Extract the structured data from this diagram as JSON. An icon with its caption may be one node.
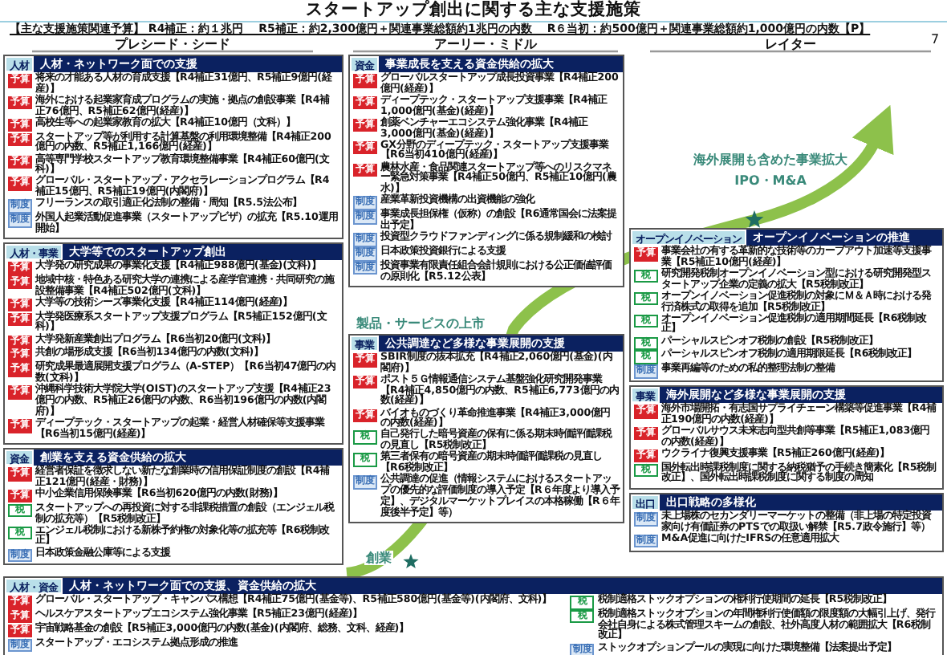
{
  "diagram": {
    "title": "スタートアップ創出に関する主な支援施策",
    "nodes": [
      {
        "text": [
          "人材",
          "人材・ネットワーク面での支援"
        ]
      },
      {
        "text": [
          "予算",
          "将来の才能ある人材の育成支援【R4補正31億円、R5補正9億円(経産)】"
        ],
        "in": 0
      },
      {
        "text": [
          "予算",
          "海外における起業家育成プログラムの実施・拠点の創設事業【R4補正76億円、R5補正62億円(経産)】"
        ],
        "in": 0
      },
      {
        "text": [
          "予算",
          "高校生等への起業家教育の拡大【R4補正10億円（文科）】"
        ],
        "in": 0
      },
      {
        "text": [
          "予算",
          "スタートアップ等が利用する計算基盤の利用環境整備【R4補正200億円の内数、R5補正1,166億円(経産)】"
        ],
        "in": 0
      },
      {
        "text": [
          "予算",
          "高等専門学校スタートアップ教育環境整備事業【R4補正60億円(文科)】"
        ],
        "in": 0
      },
      {
        "text": [
          "予算",
          "グローバル・スタートアップ・アクセラレーションプログラム【R4補正15億円、R5補正19億円(内閣府)】"
        ],
        "in": 0
      },
      {
        "text": [
          "制度",
          "フリーランスの取引適正化法制の整備・周知【R5.5法公布】"
        ],
        "in": 0
      },
      {
        "text": [
          "制度",
          "外国人起業活動促進事業（スタートアップビザ）の拡充【R5.10運用開始】"
        ],
        "in": 0
      },
      {
        "text": [
          "人材・事業",
          "大学等でのスタートアップ創出"
        ]
      },
      {
        "text": [
          "予算",
          "大学発の研究成果の事業化支援【R4補正988億円(基金)(文科)】"
        ],
        "in": 9
      },
      {
        "text": [
          "予算",
          "地域中核・特色ある研究大学の連携による産学官連携・共同研究の施設整備事業【R4補正502億円(文科)】"
        ],
        "in": 9
      },
      {
        "text": [
          "予算",
          "大学等の技術シーズ事業化支援【R4補正114億円(経産)】"
        ],
        "in": 9
      },
      {
        "text": [
          "予算",
          "大学発医療系スタートアップ支援プログラム【R5補正152億円(文科)】"
        ],
        "in": 9
      },
      {
        "text": [
          "予算",
          "大学発新産業創出プログラム【R6当初20億円(文科)】"
        ],
        "in": 9
      },
      {
        "text": [
          "予算",
          "共創の場形成支援【R6当初134億円の内数(文科)】"
        ],
        "in": 9
      },
      {
        "text": [
          "予算",
          "研究成果最適展開支援プログラム（A-STEP）【R6当初47億円の内数(文科)】"
        ],
        "in": 9
      },
      {
        "text": [
          "予算",
          "沖縄科学技術大学院大学(OIST)のスタートアップ支援【R4補正23億円の内数、R5補正26億円の内数、R6当初196億円の内数(内閣府)】"
        ],
        "in": 9
      },
      {
        "text": [
          "予算",
          "ディープテック・スタートアップの起業・経営人材確保等支援事業【R6当初15億円(経産)】"
        ],
        "in": 9
      },
      {
        "text": [
          "資金",
          "創業を支える資金供給の拡大"
        ]
      },
      {
        "text": [
          "予算",
          "経営者保証を徴求しない新たな創業時の信用保証制度の創設【R4補正121億円(経産・財務)】"
        ],
        "in": 19
      },
      {
        "text": [
          "予算",
          "中小企業信用保険事業【R6当初620億円の内数(財務)】"
        ],
        "in": 19
      },
      {
        "text": [
          "税",
          "スタートアップへの再投資に対する非課税措置の創設（エンジェル税制の拡充等）【R5税制改正】"
        ],
        "in": 19
      },
      {
        "text": [
          "税",
          "エンジェル税制における新株予約権の対象化等の拡充等【R6税制改正】"
        ],
        "in": 19
      },
      {
        "text": [
          "制度",
          "日本政策金融公庫等による支援"
        ],
        "in": 19
      },
      {
        "text": [
          "資金",
          "事業成長を支える資金供給の拡大"
        ]
      },
      {
        "text": [
          "予算",
          "グローバルスタートアップ成長投資事業【R4補正200億円(経産)】"
        ],
        "in": 25
      },
      {
        "text": [
          "予算",
          "ディープテック・スタートアップ支援事業【R4補正1,000億円(基金)(経産)】"
        ],
        "in": 25
      },
      {
        "text": [
          "予算",
          "創薬ベンチャーエコシステム強化事業【R4補正3,000億円(基金)(経産)】"
        ],
        "in": 25
      },
      {
        "text": [
          "予算",
          "GX分野のディープテック・スタートアップ支援事業【R6当初410億円(経産)】"
        ],
        "in": 25
      },
      {
        "text": [
          "予算",
          "農林水産・食品関連スタートアップ等へのリスクマネー緊急対策事業【R4補正50億円、R5補正10億円(農水)】"
        ],
        "in": 25
      },
      {
        "text": [
          "制度",
          "産業革新投資機構の出資機能の強化"
        ],
        "in": 25
      },
      {
        "text": [
          "制度",
          "事業成長担保権（仮称）の創設【R6通常国会に法案提出予定】"
        ],
        "in": 25
      },
      {
        "text": [
          "制度",
          "投資型クラウドファンディングに係る規制緩和の検討"
        ],
        "in": 25
      },
      {
        "text": [
          "制度",
          "日本政策投資銀行による支援"
        ],
        "in": 25
      },
      {
        "text": [
          "制度",
          "投資事業有限責任組合会計規則における公正価値評価の原則化【R5.12公表】"
        ],
        "in": 25
      },
      {
        "text": [
          "事業",
          "公共調達など多様な事業展開の支援"
        ]
      },
      {
        "text": [
          "予算",
          "SBIR制度の抜本拡充【R4補正2,060億円(基金)(内閣府)】"
        ],
        "in": 36
      },
      {
        "text": [
          "予算",
          "ポスト５Ｇ情報通信システム基盤強化研究開発事業【R4補正4,850億円の内数、R5補正6,773億円の内数(経産)】"
        ],
        "in": 36
      },
      {
        "text": [
          "予算",
          "バイオものづくり革命推進事業【R4補正3,000億円の内数(経産)】"
        ],
        "in": 36
      },
      {
        "text": [
          "税",
          "自己発行した暗号資産の保有に係る期末時価評価課税の見直し【R5税制改正】"
        ],
        "in": 36
      },
      {
        "text": [
          "税",
          "第三者保有の暗号資産の期末時価評価課税の見直し【R6税制改正】"
        ],
        "in": 36
      },
      {
        "text": [
          "制度",
          "公共調達の促進（情報システムにおけるスタートアップの優先的な評価制度の導入予定【R６年度より導入予定】、デジタルマーケットプレイスの本格稼働【R６年度後半予定】等）"
        ],
        "in": 36
      },
      {
        "text": [
          "オープンイノベーション",
          "オープンイノベーションの推進"
        ]
      },
      {
        "text": [
          "予算",
          "事業会社の有する革新的な技術等のカーブアウト加速等支援事業【R5補正10億円(経産)】"
        ],
        "in": 43
      },
      {
        "text": [
          "税",
          "研究開発税制オープンイノベーション型における研究開発型スタートアップ企業の定義の拡大【R5税制改正】"
        ],
        "in": 43
      },
      {
        "text": [
          "税",
          "オープンイノベーション促進税制の対象にＭ＆Ａ時における発行済株式の取得を追加【R5税制改正】"
        ],
        "in": 43
      },
      {
        "text": [
          "税",
          "オープンイノベーション促進税制の適用期間延長【R6税制改正】"
        ],
        "in": 43
      },
      {
        "text": [
          "税",
          "パーシャルスピンオフ税制の創設【R5税制改正】"
        ],
        "in": 43
      },
      {
        "text": [
          "税",
          "パーシャルスピンオフ税制の適用期限延長【R6税制改正】"
        ],
        "in": 43
      },
      {
        "text": [
          "制度",
          "事業再編等のための私的整理法制の整備"
        ],
        "in": 43
      },
      {
        "text": [
          "事業",
          "海外展開など多様な事業展開の支援"
        ]
      },
      {
        "text": [
          "予算",
          "海外市場開拓・有志国サプライチェーン構築等促進事業【R4補正190億円の内数(経産)】"
        ],
        "in": 51
      },
      {
        "text": [
          "予算",
          "グローバルサウス未来志向型共創等事業【R5補正1,083億円の内数(経産)】"
        ],
        "in": 51
      },
      {
        "text": [
          "予算",
          "ウクライナ復興支援事業【R5補正260億円(経産)】"
        ],
        "in": 51
      },
      {
        "text": [
          "税",
          "国外転出時課税制度に関する納税猶予の手続き簡素化【R5税制改正】、国外転出時課税制度に関する制度の周知"
        ],
        "in": 51
      },
      {
        "text": [
          "出口",
          "出口戦略の多様化"
        ]
      },
      {
        "text": [
          "制度",
          "未上場株のセカンダリーマーケットの整備（非上場の特定投資家向け有価証券のPTSでの取扱い解禁【R5.7政令施行】等）"
        ],
        "in": 56
      },
      {
        "text": [
          "制度",
          "M&A促進に向けたIFRSの任意適用拡大"
        ],
        "in": 56
      },
      {
        "text": [
          "人材・資金",
          "人材・ネットワーク面での支援、資金供給の拡大"
        ]
      },
      {
        "text": [
          "予算",
          "グローバル・スタートアップ・キャンパス構想【R4補正75億円(基金等)、R5補正580億円(基金等)(内閣府、文科)】"
        ],
        "in": 59
      },
      {
        "text": [
          "予算",
          "ヘルスケアスタートアップエコシステム強化事業【R5補正23億円(経産)】"
        ],
        "in": 59
      },
      {
        "text": [
          "予算",
          "宇宙戦略基金の創設【R5補正3,000億円の内数(基金)(内閣府、総務、文科、経産)】"
        ],
        "in": 59
      },
      {
        "text": [
          "制度",
          "スタートアップ・エコシステム拠点形成の推進"
        ],
        "in": 59
      },
      {
        "text": [
          "税",
          "税制適格ストックオプションの権利行使期間の延長【R5税制改正】"
        ],
        "in": 59
      },
      {
        "text": [
          "税",
          "税制適格ストックオプションの年間権利行使価額の限度額の大幅引上げ、発行会社自身による株式管理スキームの創設、社外高度人材の範囲拡大【R6税制改正】"
        ],
        "in": 59
      },
      {
        "text": [
          "制度",
          "ストックオプションプールの実現に向けた環境整備【法案提出予定】"
        ],
        "in": 59
      }
    ],
    "labels": [
      "【主な支援施策関連予算】 R4補正：約１兆円　 R5補正：約2,300億円＋関連事業総額約1兆円の内数　 R６当初：約500億円＋関連事業総額約1,000億円の内数【P】",
      "プレシード・シード",
      "アーリー・ミドル",
      "レイター",
      "創業",
      "製品・サービスの上市",
      "海外展開も含めた事業拡大",
      "IPO・M&A",
      "7"
    ]
  }
}
